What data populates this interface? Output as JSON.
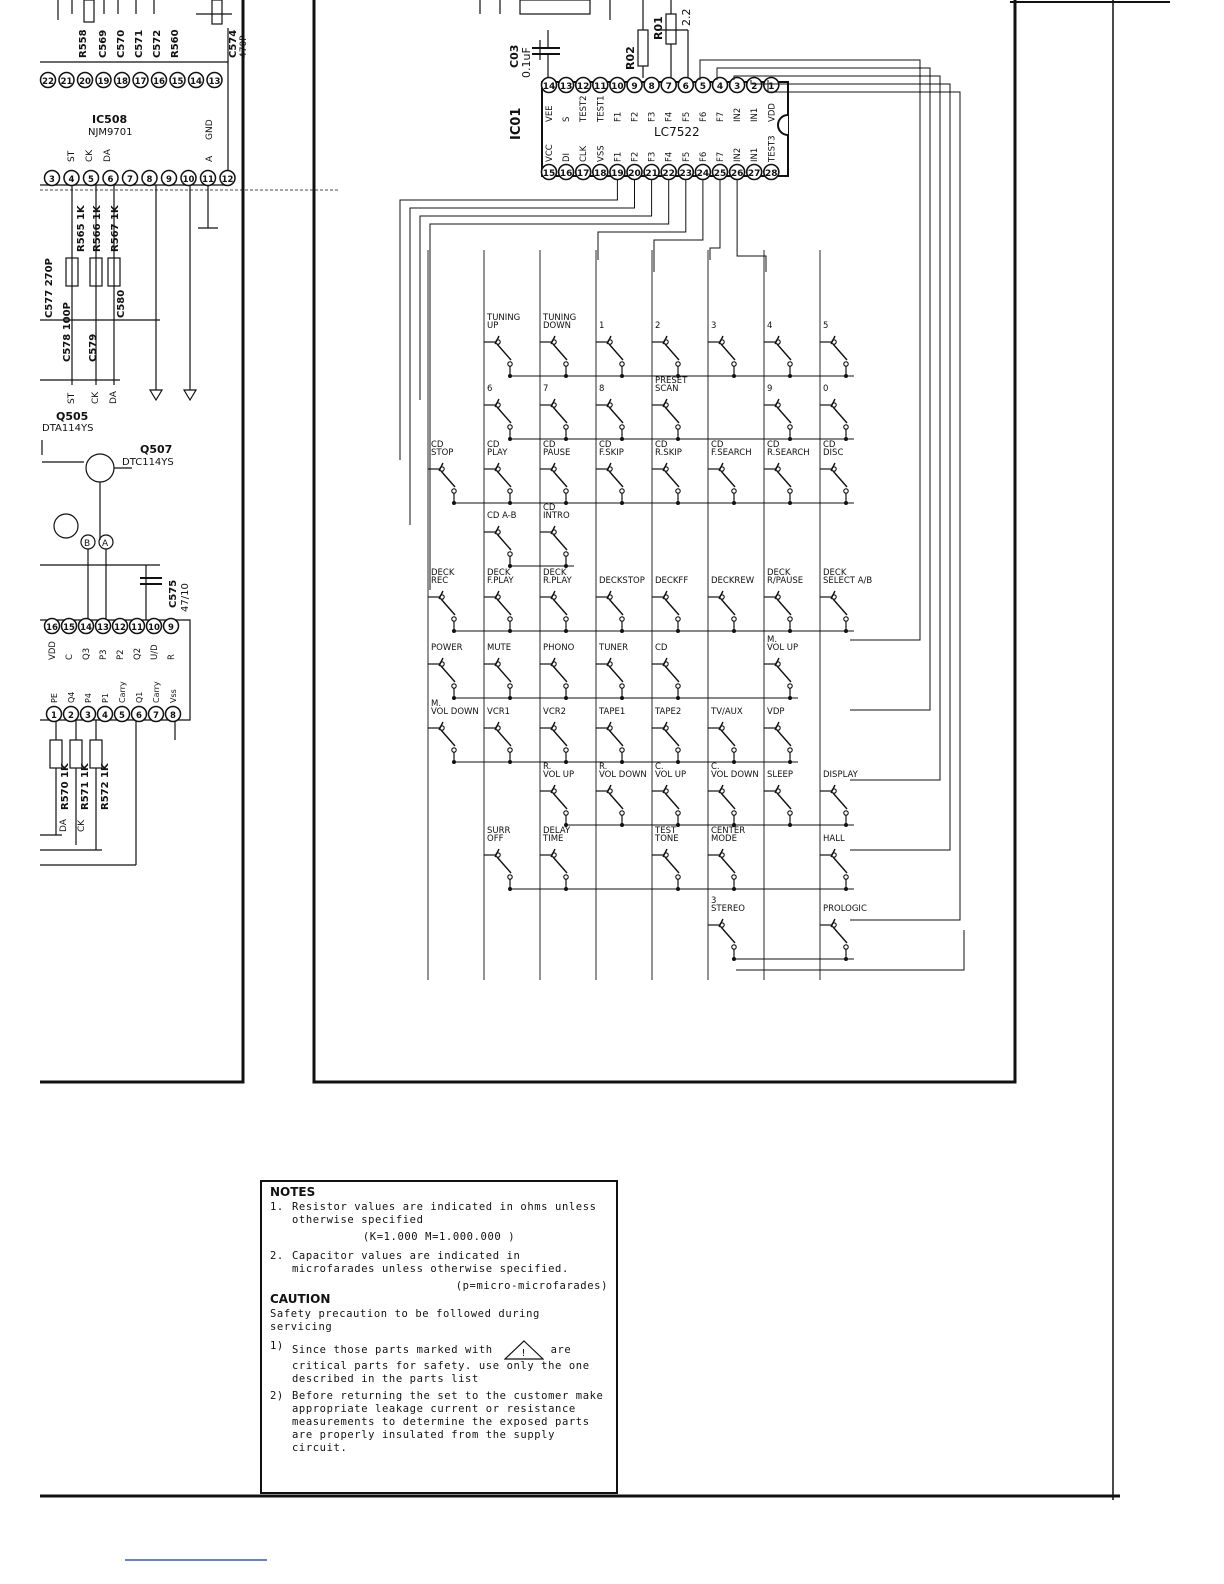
{
  "ic01": {
    "ref": "IC01",
    "part": "LC7522",
    "top_pin_numbers": [
      "14",
      "13",
      "12",
      "11",
      "10",
      "9",
      "8",
      "7",
      "6",
      "5",
      "4",
      "3",
      "2",
      "1"
    ],
    "top_pin_names": [
      "VEE",
      "S",
      "TEST2",
      "TEST1",
      "F1",
      "F2",
      "F3",
      "F4",
      "F5",
      "F6",
      "F7",
      "IN2",
      "IN1",
      "VDD"
    ],
    "bottom_pin_numbers": [
      "15",
      "16",
      "17",
      "18",
      "19",
      "20",
      "21",
      "22",
      "23",
      "24",
      "25",
      "26",
      "27",
      "28"
    ],
    "bottom_pin_names": [
      "VCC",
      "DI",
      "CLK",
      "VSS",
      "F1",
      "F2",
      "F3",
      "F4",
      "F5",
      "F6",
      "F7",
      "IN2",
      "IN1",
      "TEST3"
    ]
  },
  "top_components": {
    "c03_ref": "C03",
    "c03_value": "0.1uF",
    "r01_ref": "R01",
    "r01_value": "2.2",
    "r02_ref": "R02"
  },
  "key_rows": [
    [
      "TUNING UP",
      "TUNING DOWN",
      "1",
      "2",
      "3",
      "4",
      "5"
    ],
    [
      "6",
      "7",
      "8",
      "PRESET SCAN",
      "",
      "9",
      "0"
    ],
    [
      "CD STOP",
      "CD PLAY",
      "CD PAUSE",
      "CD F.SKIP",
      "CD R.SKIP",
      "CD F.SEARCH",
      "CD R.SEARCH",
      "CD DISC"
    ],
    [
      "",
      "CD A-B",
      "CD INTRO",
      "",
      "",
      "",
      "",
      ""
    ],
    [
      "DECK REC",
      "DECK F.PLAY",
      "DECK R.PLAY",
      "DECKSTOP",
      "DECKFF",
      "DECKREW",
      "DECK R/PAUSE",
      "DECK SELECT A/B"
    ],
    [
      "POWER",
      "MUTE",
      "PHONO",
      "TUNER",
      "CD",
      "",
      "M. VOL UP",
      ""
    ],
    [
      "M. VOL DOWN",
      "VCR1",
      "VCR2",
      "TAPE1",
      "TAPE2",
      "TV/AUX",
      "VDP",
      ""
    ],
    [
      "",
      "",
      "R. VOL UP",
      "R. VOL DOWN",
      "C. VOL UP",
      "C. VOL DOWN",
      "SLEEP",
      "DISPLAY"
    ],
    [
      "",
      "SURR OFF",
      "DELAY TIME",
      "",
      "TEST TONE",
      "CENTER MODE",
      "",
      "HALL"
    ],
    [
      "",
      "",
      "",
      "",
      "",
      "3 STEREO",
      "",
      "PROLOGIC"
    ]
  ],
  "left_panel": {
    "ic508_ref": "IC508",
    "ic508_part": "NJM9701",
    "ic508_top_pins": [
      "22",
      "21",
      "20",
      "19",
      "18",
      "17",
      "16",
      "15",
      "14",
      "13"
    ],
    "ic508_bottom_pins": [
      "3",
      "4",
      "5",
      "6",
      "7",
      "8",
      "9",
      "10",
      "11",
      "12"
    ],
    "ic508_pin_labels": [
      "ST",
      "CK",
      "DA",
      "A",
      "GND"
    ],
    "top_refs": [
      "R558",
      "C569",
      "C570",
      "C571",
      "C572",
      "R560",
      "C574",
      "470P"
    ],
    "resistors": [
      "R565 1K",
      "R566 1K",
      "R567 1K"
    ],
    "caps": [
      "C577 270P",
      "C578 100P",
      "C579",
      "C580"
    ],
    "bus_labels": [
      "ST",
      "CK",
      "DA"
    ],
    "q505_ref": "Q505",
    "q505_part": "DTA114YS",
    "q507_ref": "Q507",
    "q507_part": "DTC114YS",
    "circle_labels": [
      "B",
      "A"
    ],
    "c575": "C575",
    "c575_value": "47/10",
    "ic2_top_pins": [
      "16",
      "15",
      "14",
      "13",
      "12",
      "11",
      "10",
      "9"
    ],
    "ic2_top_labels": [
      "VDD",
      "C",
      "Q3",
      "P3",
      "P2",
      "Q2",
      "U/D",
      "R"
    ],
    "ic2_bottom_pins": [
      "1",
      "2",
      "3",
      "4",
      "5",
      "6",
      "7",
      "8"
    ],
    "ic2_bottom_labels": [
      "PE",
      "Q4",
      "P4",
      "P1",
      "Carry",
      "Q1",
      "Carry",
      "Vss"
    ],
    "lower_resistors": [
      "R570 1K",
      "R571 1K",
      "R572 1K"
    ],
    "lower_labels": [
      "DA",
      "CK"
    ]
  },
  "notes": {
    "heading": "NOTES",
    "n1_num": "1.",
    "n1_text": "Resistor values are indicated in ohms unless otherwise specified",
    "n1_sub": "(K=1.000   M=1.000.000 )",
    "n2_num": "2.",
    "n2_text": "Capacitor values are indicated in microfarades unless otherwise specified.",
    "n2_sub": "(p=micro-microfarades)",
    "caution_heading": "CAUTION",
    "caution_intro": "Safety precaution to be followed during servicing",
    "c1_num": "1)",
    "c1_text": "Since those parts marked with",
    "c1_text2": "are critical parts for safety. use only the one described in the parts list",
    "c2_num": "2)",
    "c2_text": "Before returning the set to the customer make appropriate leakage current or resistance measurements to determine the exposed parts are properly insulated from the supply circuit.",
    "warning_symbol": "!"
  }
}
